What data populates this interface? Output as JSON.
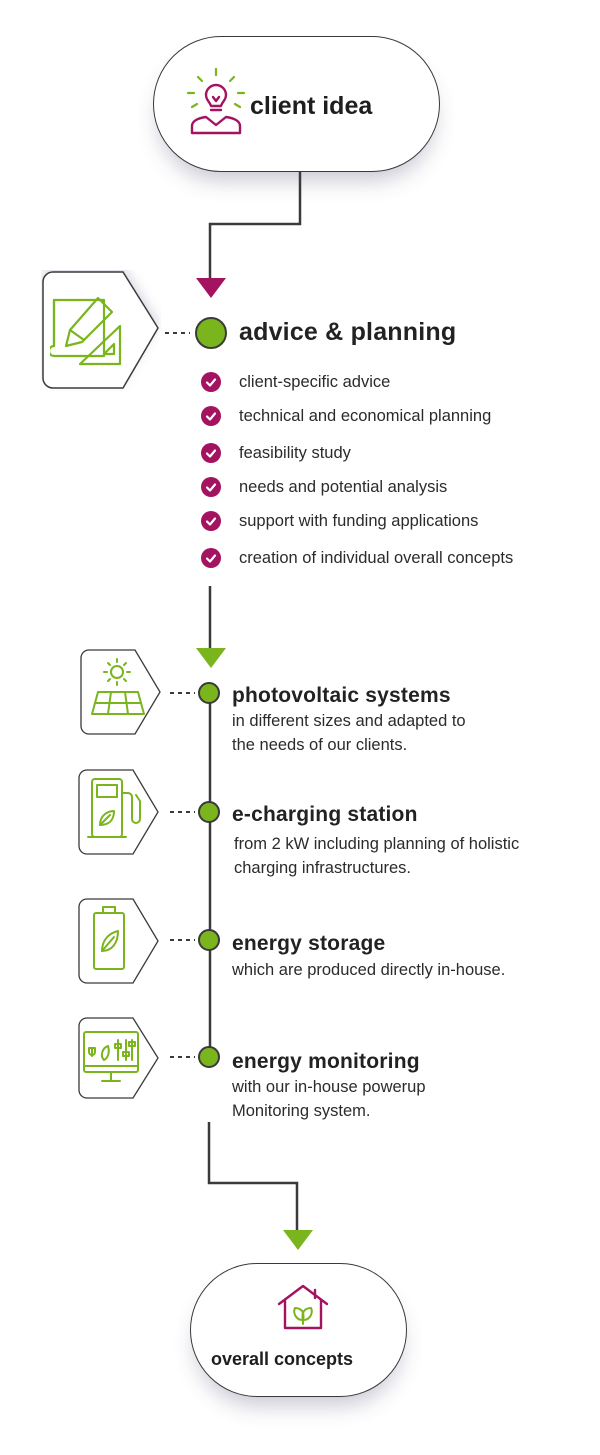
{
  "colors": {
    "accent_magenta": "#a3135f",
    "accent_green": "#7ab51d",
    "line": "#3a3a3a"
  },
  "start": {
    "label": "client idea",
    "icon": "lightbulb-person-icon"
  },
  "planning": {
    "title": "advice & planning",
    "icon": "blueprint-pencil-icon",
    "items": [
      "client-specific advice",
      "technical and economical planning",
      "feasibility study",
      "needs and potential analysis",
      "support with funding applications",
      "creation of individual overall concepts"
    ]
  },
  "services": [
    {
      "title": "photovoltaic systems",
      "desc_lines": [
        "in different sizes and adapted to",
        "the needs of our clients."
      ],
      "icon": "solar-panel-icon"
    },
    {
      "title": "e-charging station",
      "desc_lines": [
        "from 2 kW including planning of holistic",
        "charging infrastructures."
      ],
      "icon": "charging-station-icon"
    },
    {
      "title": "energy storage",
      "desc_lines": [
        "which are produced directly in-house."
      ],
      "icon": "battery-leaf-icon"
    },
    {
      "title": "energy monitoring",
      "desc_lines": [
        "with our in-house powerup",
        "Monitoring system."
      ],
      "icon": "monitor-controls-icon"
    }
  ],
  "end": {
    "label": "overall concepts",
    "icon": "house-leaf-icon"
  }
}
